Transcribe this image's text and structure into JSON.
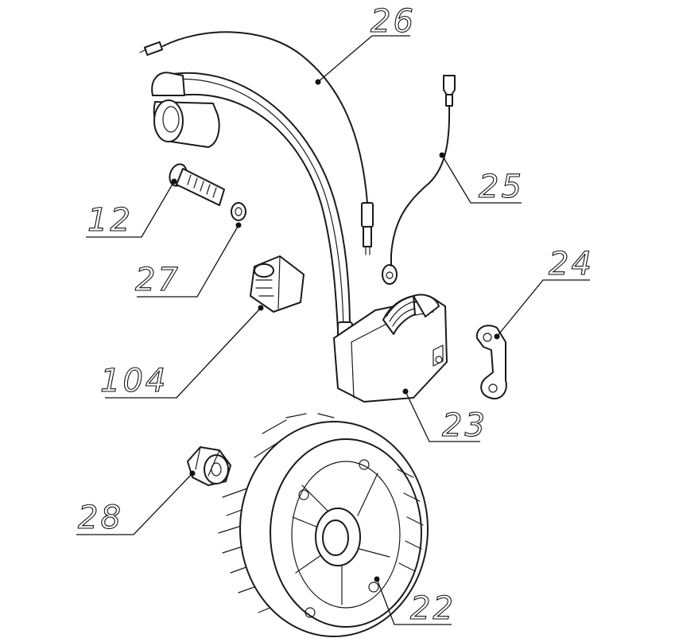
{
  "callouts": [
    {
      "id": "26",
      "label": "26"
    },
    {
      "id": "25",
      "label": "25"
    },
    {
      "id": "12",
      "label": "12"
    },
    {
      "id": "27",
      "label": "27"
    },
    {
      "id": "24",
      "label": "24"
    },
    {
      "id": "104",
      "label": "104"
    },
    {
      "id": "23",
      "label": "23"
    },
    {
      "id": "28",
      "label": "28"
    },
    {
      "id": "22",
      "label": "22"
    }
  ]
}
